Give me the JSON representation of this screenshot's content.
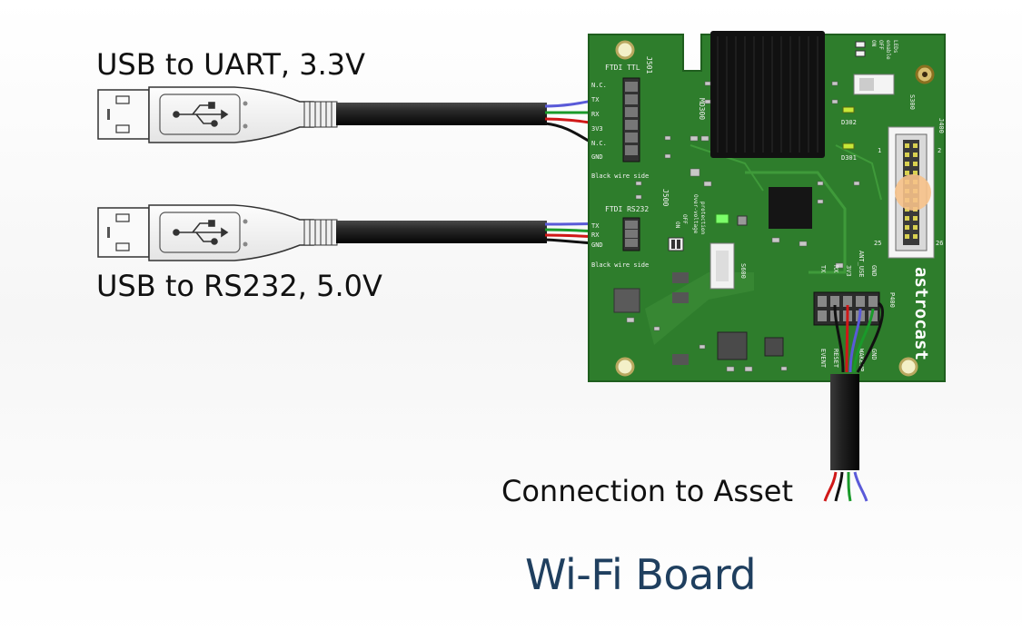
{
  "captions": {
    "usb_uart": "USB to UART, 3.3V",
    "usb_rs232": "USB to RS232, 5.0V",
    "asset": "Connection to Asset",
    "title": "Wi-Fi Board"
  },
  "board": {
    "brand": "astrocast",
    "header_j501": "J501",
    "header_j501_title": "FTDI TTL",
    "j501_pins": [
      "N.C.",
      "TX",
      "RX",
      "3V3",
      "N.C.",
      "GND"
    ],
    "black_wire_note": "Black wire side",
    "header_j500": "J500",
    "header_j500_title": "FTDI RS232",
    "j500_pins": [
      "TX",
      "RX",
      "GND"
    ],
    "switch_on": "ON",
    "switch_off": "OFF",
    "ovp_line1": "Over-voltage",
    "ovp_line2": "protection",
    "led_enable_1": "LEDs",
    "led_enable_2": "enable",
    "led_on": "ON",
    "led_off": "OFF",
    "s300": "S300",
    "s600": "S600",
    "md300": "MD300",
    "d302": "D302",
    "d301": "D301",
    "j400": "J400",
    "j400_pin1": "1",
    "j400_pin2": "2",
    "j400_pin25": "25",
    "j400_pin26": "26",
    "p400": "P400",
    "p400_top_pins": [
      "TX",
      "RX",
      "3V3",
      "ANT_USE",
      "GND"
    ],
    "p400_bottom_pins": [
      "EVENT",
      "RESET",
      "WAKEUP",
      "GND"
    ]
  },
  "colors": {
    "pcb": "#2e7d2c",
    "pcb_dark": "#1f5e1e",
    "title": "#1f3f5f",
    "wire_red": "#d01818",
    "wire_green": "#1a9a2a",
    "wire_blue": "#5a5ad8",
    "wire_black": "#111111"
  }
}
